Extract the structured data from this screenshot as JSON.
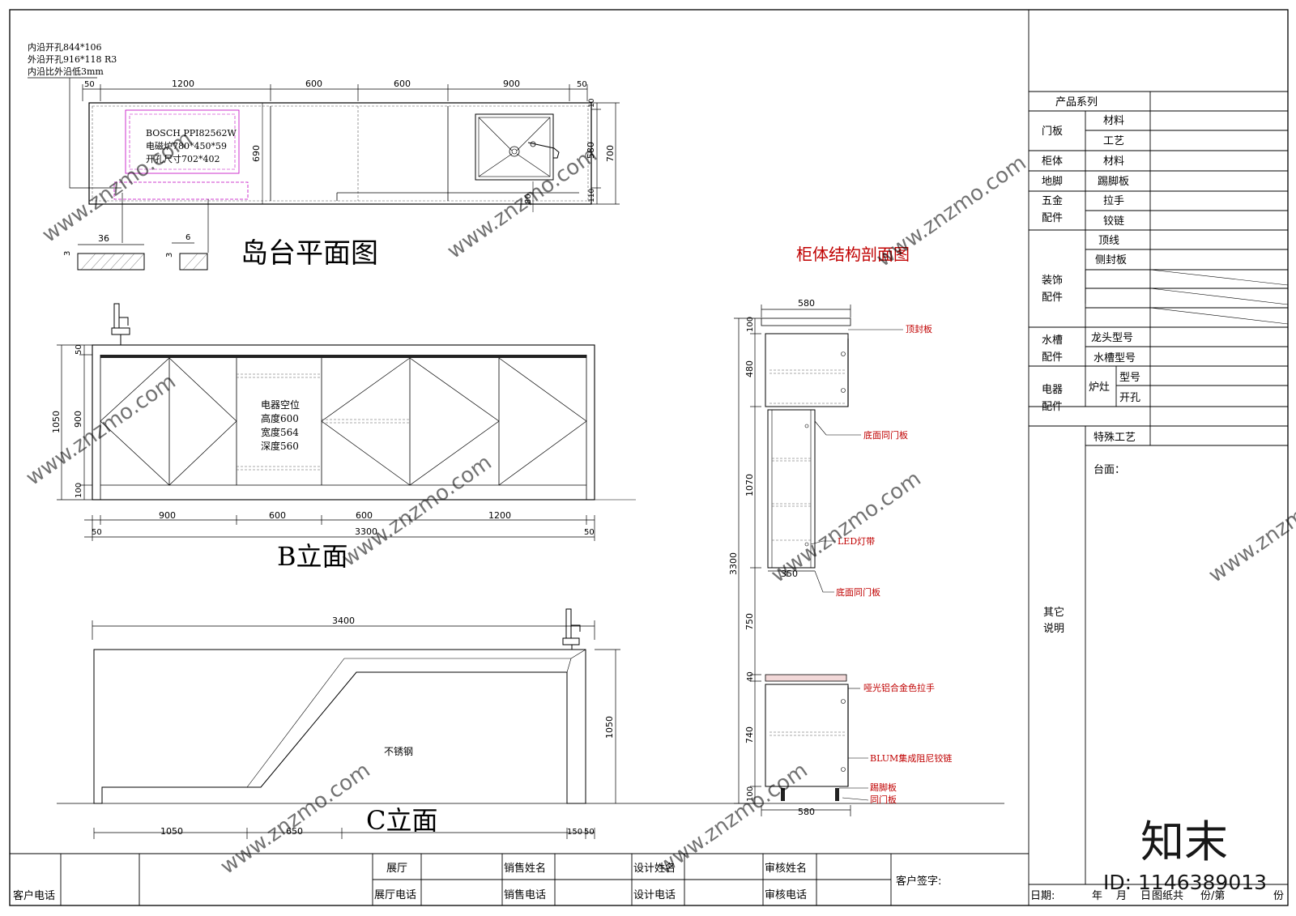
{
  "titles": {
    "plan": "岛台平面图",
    "b_elevation": "B立面",
    "c_elevation": "C立面",
    "section": "柜体结构剖面图"
  },
  "plan_notes": {
    "inner_hole": "内沿开孔844*106",
    "outer_hole": "外沿开孔916*118 R3",
    "inner_lower": "内沿比外沿低3mm",
    "cooktop_model": "BOSCH PPI82562W",
    "cooktop_size": "电磁炉780*450*59",
    "cooktop_cut": "开孔尺寸702*402"
  },
  "plan_dims": {
    "top": [
      "50",
      "1200",
      "600",
      "600",
      "900",
      "50"
    ],
    "right": [
      "10",
      "580",
      "110",
      "700"
    ],
    "depth": "690",
    "sink_edge": "80",
    "detail1_w": "36",
    "detail1_h": "3",
    "detail2_w": "6",
    "detail2_h": "3"
  },
  "b_elev": {
    "appliance_lines": [
      "电器空位",
      "高度600",
      "宽度564",
      "深度560"
    ],
    "left_dims": [
      "1050",
      "50",
      "900",
      "100"
    ],
    "bottom_dims": [
      "50",
      "900",
      "600",
      "600",
      "1200",
      "50"
    ],
    "total": "3300"
  },
  "c_elev": {
    "total": "3400",
    "height": "1050",
    "material": "不锈钢",
    "bottom_dims": [
      "1050",
      "650",
      "150",
      "50"
    ]
  },
  "section": {
    "top_width": "580",
    "bottom_width": "580",
    "inner_width": "350",
    "heights": [
      "100",
      "480",
      "1070",
      "750",
      "40",
      "740",
      "100"
    ],
    "total_height": "3300",
    "labels": [
      "顶封板",
      "底面同门板",
      "LED灯带",
      "底面同门板",
      "哑光铝合金色拉手",
      "BLUM集成阻尼铰链",
      "踢脚板",
      "同门板"
    ]
  },
  "spec_table": {
    "header": "产品系列",
    "rows": [
      {
        "group": "门板",
        "items": [
          "材料",
          "工艺"
        ]
      },
      {
        "group": "柜体",
        "items": [
          "材料"
        ]
      },
      {
        "group": "地脚",
        "items": [
          "踢脚板"
        ]
      },
      {
        "group": "五金配件",
        "items": [
          "拉手",
          "铰链"
        ]
      },
      {
        "group": "装饰配件",
        "items": [
          "顶线",
          "侧封板"
        ]
      },
      {
        "group": "水槽配件",
        "items": [
          "龙头型号",
          "水槽型号"
        ]
      },
      {
        "group": "电器配件",
        "items": [
          "炉灶",
          "型号",
          "开孔"
        ]
      }
    ],
    "special": "特殊工艺",
    "countertop": "台面：",
    "other": "其它说明"
  },
  "footer": {
    "customer_phone": "客户电话",
    "showroom": "展厅",
    "showroom_phone": "展厅电话",
    "sales_name": "销售姓名",
    "sales_phone": "销售电话",
    "design_name": "设计姓名",
    "design_phone": "设计电话",
    "review_name": "审核姓名",
    "review_phone": "审核电话",
    "customer_sign": "客户签字:",
    "date_line": [
      "日期:",
      "年",
      "月",
      "日",
      "图纸共",
      "份/第",
      "份"
    ]
  },
  "watermark": {
    "site": "www.znzmo.com",
    "brand": "知末",
    "id": "ID: 1146389013"
  }
}
